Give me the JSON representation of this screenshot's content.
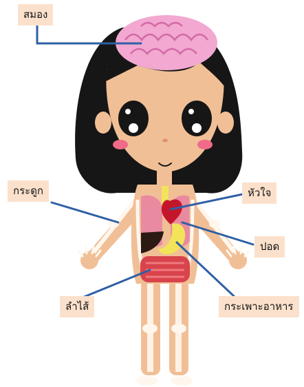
{
  "labels": {
    "brain": "สมอง",
    "bone": "กระดูก",
    "heart": "หัวใจ",
    "lung": "ปอด",
    "intestine": "ลำไส้",
    "stomach": "กระเพาะอาหาร"
  },
  "colors": {
    "label_bg": "#fbe1cc",
    "leader_line": "#2e5fa5",
    "brain": "#f2a8d0",
    "skin": "#f1bf96",
    "hair": "#161616",
    "heart": "#c4162a",
    "lung": "#e98aa0",
    "stomach": "#f2e35a",
    "intestine": "#d8434c",
    "bone": "#fff7ee"
  }
}
